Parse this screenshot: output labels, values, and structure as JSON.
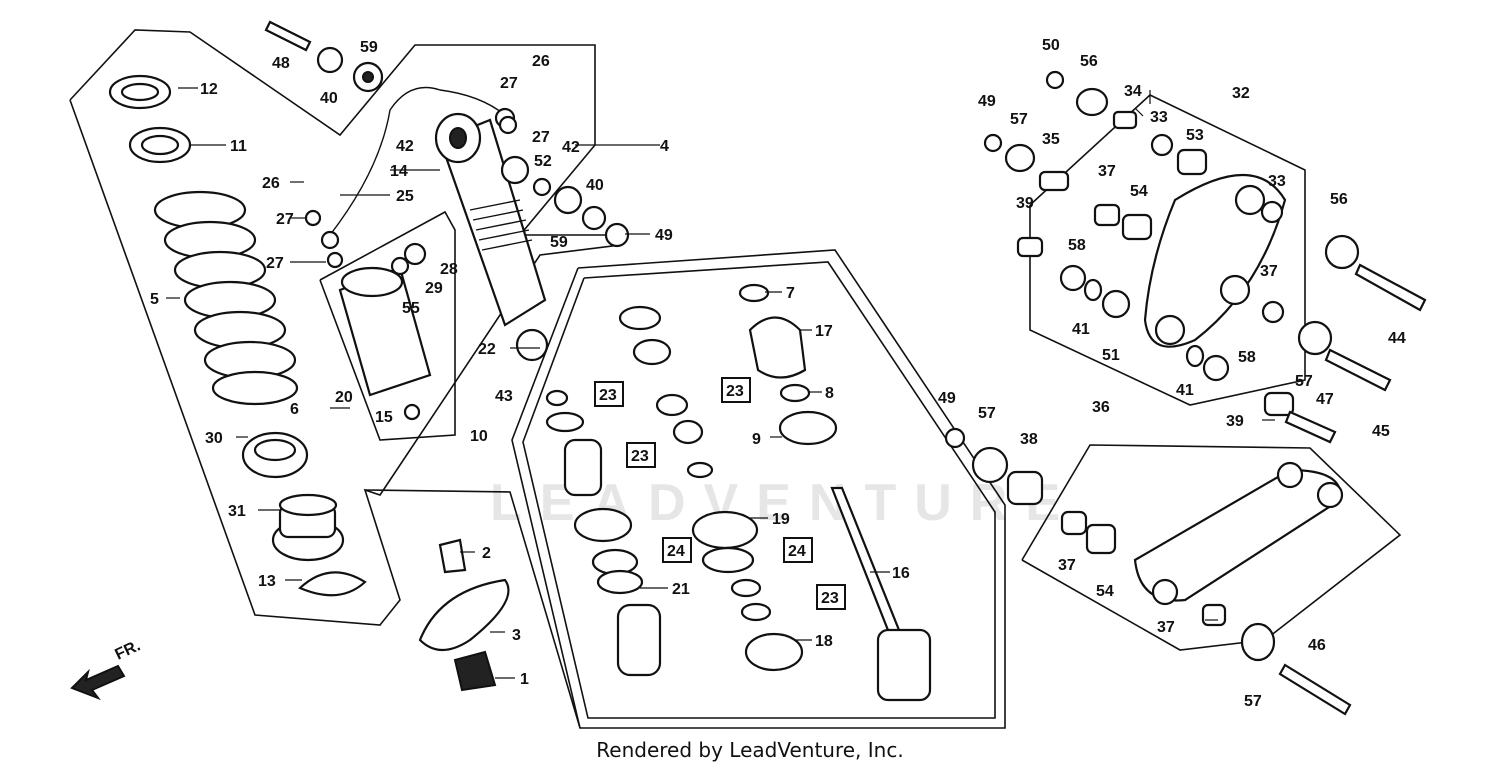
{
  "footer": {
    "text": "Rendered by LeadVenture, Inc."
  },
  "watermark": {
    "text": "LEADVENTURE"
  },
  "direction": {
    "label": "FR."
  },
  "callouts": [
    {
      "id": "c48",
      "text": "48"
    },
    {
      "id": "c59a",
      "text": "59"
    },
    {
      "id": "c40a",
      "text": "40"
    },
    {
      "id": "c12",
      "text": "12"
    },
    {
      "id": "c11",
      "text": "11"
    },
    {
      "id": "c26a",
      "text": "26"
    },
    {
      "id": "c27a",
      "text": "27"
    },
    {
      "id": "c27b",
      "text": "27"
    },
    {
      "id": "c25",
      "text": "25"
    },
    {
      "id": "c42a",
      "text": "42"
    },
    {
      "id": "c14",
      "text": "14"
    },
    {
      "id": "c27c",
      "text": "27"
    },
    {
      "id": "c26b",
      "text": "26"
    },
    {
      "id": "c27d",
      "text": "27"
    },
    {
      "id": "c52",
      "text": "52"
    },
    {
      "id": "c42b",
      "text": "42"
    },
    {
      "id": "c4",
      "text": "4"
    },
    {
      "id": "c40b",
      "text": "40"
    },
    {
      "id": "c59b",
      "text": "59"
    },
    {
      "id": "c49a",
      "text": "49"
    },
    {
      "id": "c28",
      "text": "28"
    },
    {
      "id": "c29",
      "text": "29"
    },
    {
      "id": "c55",
      "text": "55"
    },
    {
      "id": "c5",
      "text": "5"
    },
    {
      "id": "c22",
      "text": "22"
    },
    {
      "id": "c20",
      "text": "20"
    },
    {
      "id": "c6",
      "text": "6"
    },
    {
      "id": "c15",
      "text": "15"
    },
    {
      "id": "c43",
      "text": "43"
    },
    {
      "id": "c10",
      "text": "10"
    },
    {
      "id": "c30",
      "text": "30"
    },
    {
      "id": "c31",
      "text": "31"
    },
    {
      "id": "c13",
      "text": "13"
    },
    {
      "id": "c2",
      "text": "2"
    },
    {
      "id": "c3",
      "text": "3"
    },
    {
      "id": "c1",
      "text": "1"
    },
    {
      "id": "c7",
      "text": "7"
    },
    {
      "id": "c17",
      "text": "17"
    },
    {
      "id": "c8",
      "text": "8"
    },
    {
      "id": "c9",
      "text": "9"
    },
    {
      "id": "c19",
      "text": "19"
    },
    {
      "id": "c21",
      "text": "21"
    },
    {
      "id": "c16",
      "text": "16"
    },
    {
      "id": "c18",
      "text": "18"
    },
    {
      "id": "c50",
      "text": "50"
    },
    {
      "id": "c56a",
      "text": "56"
    },
    {
      "id": "c34",
      "text": "34"
    },
    {
      "id": "c32",
      "text": "32"
    },
    {
      "id": "c49b",
      "text": "49"
    },
    {
      "id": "c57a",
      "text": "57"
    },
    {
      "id": "c35",
      "text": "35"
    },
    {
      "id": "c33a",
      "text": "33"
    },
    {
      "id": "c53",
      "text": "53"
    },
    {
      "id": "c37a",
      "text": "37"
    },
    {
      "id": "c54a",
      "text": "54"
    },
    {
      "id": "c33b",
      "text": "33"
    },
    {
      "id": "c39a",
      "text": "39"
    },
    {
      "id": "c56b",
      "text": "56"
    },
    {
      "id": "c58a",
      "text": "58"
    },
    {
      "id": "c37b",
      "text": "37"
    },
    {
      "id": "c44",
      "text": "44"
    },
    {
      "id": "c41a",
      "text": "41"
    },
    {
      "id": "c51",
      "text": "51"
    },
    {
      "id": "c58b",
      "text": "58"
    },
    {
      "id": "c41b",
      "text": "41"
    },
    {
      "id": "c57b",
      "text": "57"
    },
    {
      "id": "c45",
      "text": "45"
    },
    {
      "id": "c39b",
      "text": "39"
    },
    {
      "id": "c47",
      "text": "47"
    },
    {
      "id": "c36",
      "text": "36"
    },
    {
      "id": "c49c",
      "text": "49"
    },
    {
      "id": "c57c",
      "text": "57"
    },
    {
      "id": "c38",
      "text": "38"
    },
    {
      "id": "c37c",
      "text": "37"
    },
    {
      "id": "c54b",
      "text": "54"
    },
    {
      "id": "c37d",
      "text": "37"
    },
    {
      "id": "c46",
      "text": "46"
    },
    {
      "id": "c57d",
      "text": "57"
    }
  ],
  "boxed_callouts": [
    {
      "id": "b23a",
      "text": "23"
    },
    {
      "id": "b23b",
      "text": "23"
    },
    {
      "id": "b23c",
      "text": "23"
    },
    {
      "id": "b24a",
      "text": "24"
    },
    {
      "id": "b24b",
      "text": "24"
    },
    {
      "id": "b23d",
      "text": "23"
    }
  ]
}
